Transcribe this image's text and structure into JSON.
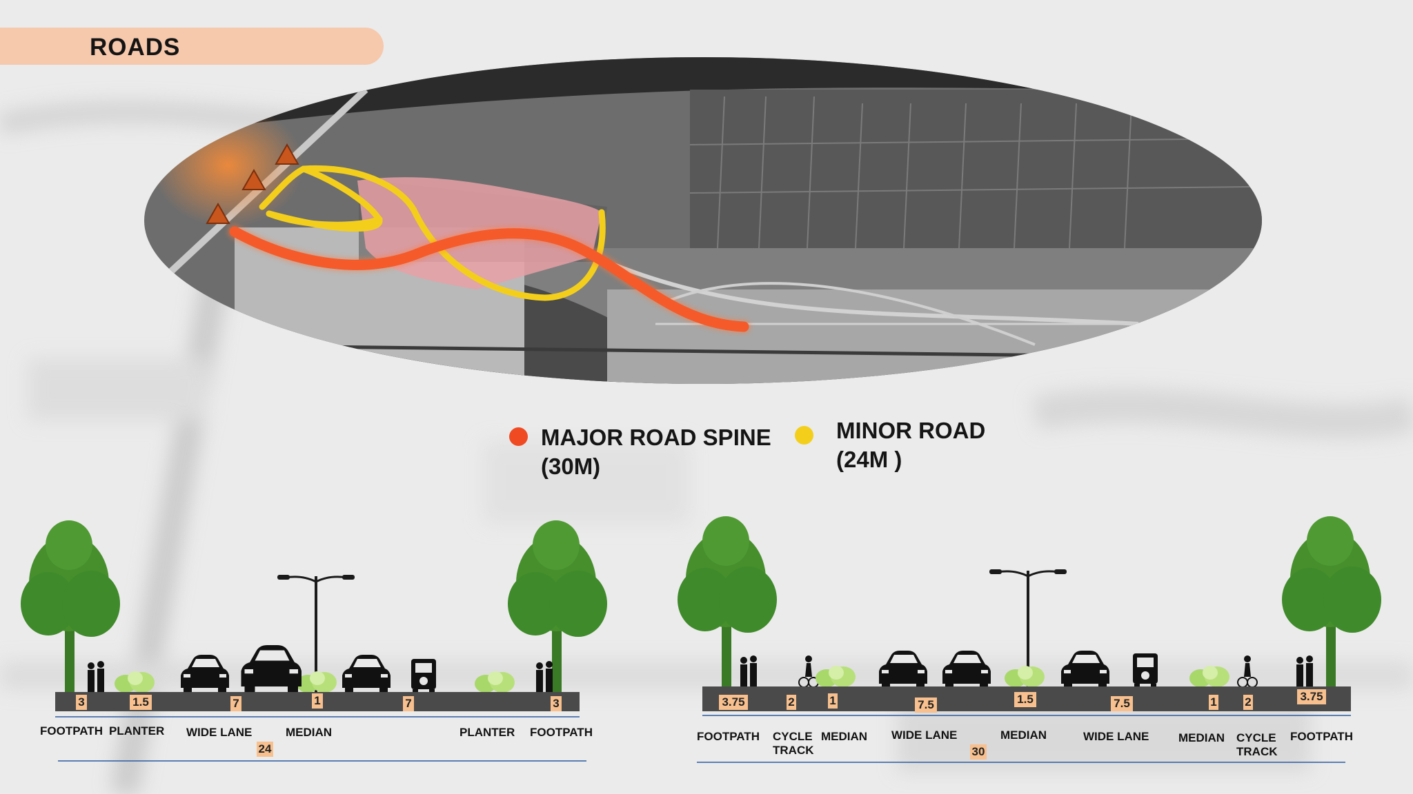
{
  "header": {
    "title": "ROADS"
  },
  "legend": {
    "major": {
      "label_line1": "MAJOR ROAD SPINE",
      "label_line2": "(30M)",
      "color": "#f04a22"
    },
    "minor": {
      "label_line1": "MINOR ROAD",
      "label_line2": "(24M )",
      "color": "#f3cf1c"
    }
  },
  "colors": {
    "hotspot": "#f08a3a",
    "triangle": "#c9561c",
    "major_fill": "#e8a0a6",
    "tree": "#3f8a2a",
    "shrub": "#b7e07a",
    "road": "#4a4a4a",
    "tag": "#f7c08e"
  },
  "section_24": {
    "numbers": [
      "3",
      "1.5",
      "7",
      "1",
      "7",
      "3"
    ],
    "labels": [
      "FOOTPATH",
      "PLANTER",
      "WIDE LANE",
      "MEDIAN",
      "PLANTER",
      "FOOTPATH"
    ],
    "total": "24"
  },
  "section_30": {
    "numbers": [
      "3.75",
      "2",
      "1",
      "7.5",
      "1.5",
      "7.5",
      "1",
      "2",
      "3.75"
    ],
    "labels": [
      "FOOTPATH",
      "CYCLE",
      "TRACK",
      "MEDIAN",
      "WIDE LANE",
      "MEDIAN",
      "WIDE LANE",
      "MEDIAN",
      "CYCLE",
      "TRACK",
      "FOOTPATH"
    ],
    "total": "30"
  }
}
